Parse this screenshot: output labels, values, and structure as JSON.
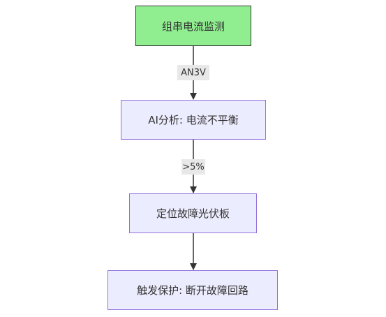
{
  "diagram": {
    "nodes": [
      {
        "id": "n1",
        "label": "组串电流监测"
      },
      {
        "id": "n2",
        "label": "AI分析: 电流不平衡"
      },
      {
        "id": "n3",
        "label": "定位故障光伏板"
      },
      {
        "id": "n4",
        "label": "触发保护: 断开故障回路"
      }
    ],
    "edges": [
      {
        "from": "n1",
        "to": "n2",
        "label": "AN3V"
      },
      {
        "from": "n2",
        "to": "n3",
        "label": ">5%"
      },
      {
        "from": "n3",
        "to": "n4",
        "label": ""
      }
    ]
  },
  "colors": {
    "start_fill": "#90EE90",
    "node_fill": "#ECECFF",
    "node_border": "#9370DB",
    "edge": "#333333",
    "edge_label_bg": "#E8E8E8"
  }
}
